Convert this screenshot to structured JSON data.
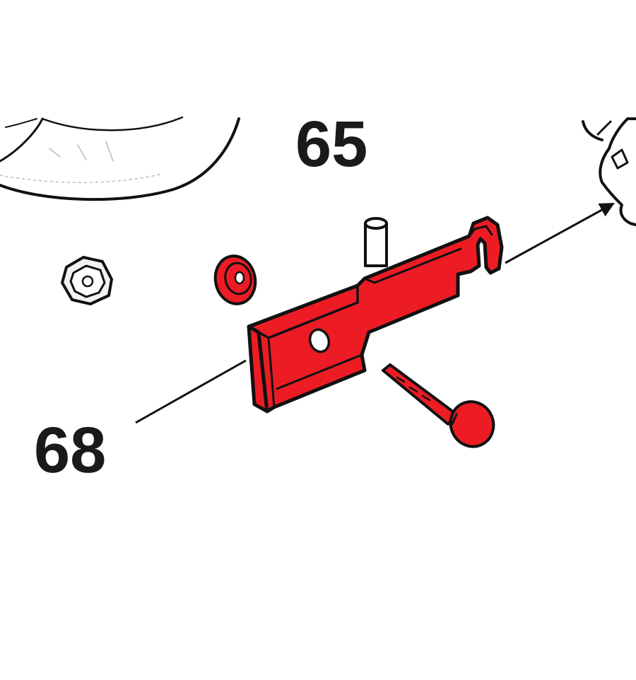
{
  "diagram": {
    "callouts": [
      {
        "id": "label-65",
        "text": "65"
      },
      {
        "id": "label-68",
        "text": "68"
      }
    ],
    "colors": {
      "highlight": "#ed1c24",
      "outline": "#111111",
      "part_fill": "#ffffff",
      "nut_fill": "#f2f2f2"
    },
    "parts": [
      {
        "name": "bracket",
        "highlighted": true
      },
      {
        "name": "carriage-bolt",
        "highlighted": true
      },
      {
        "name": "washer",
        "highlighted": true
      },
      {
        "name": "hex-nut",
        "highlighted": false
      },
      {
        "name": "pin",
        "highlighted": false
      },
      {
        "name": "housing-arc",
        "highlighted": false
      },
      {
        "name": "mount-fragment",
        "highlighted": false
      }
    ]
  }
}
